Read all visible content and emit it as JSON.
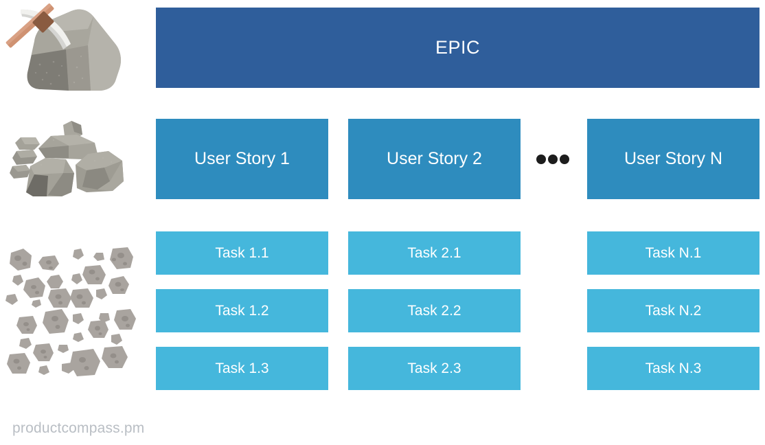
{
  "diagram": {
    "title": "Epic / User Story / Task breakdown hierarchy",
    "colors": {
      "epic": "#2F5E9B",
      "user_story": "#2E8CBE",
      "task": "#45B7DC",
      "background": "#FFFFFF",
      "footer_text": "#B9BEC4",
      "ellipsis_dot": "#1D1D1D"
    }
  },
  "illustrations": [
    {
      "name": "boulder-with-pickaxe-illustration",
      "row": "epic"
    },
    {
      "name": "rock-pile-illustration",
      "row": "user-story"
    },
    {
      "name": "gravel-pebbles-illustration",
      "row": "task"
    }
  ],
  "epic": {
    "label": "EPIC"
  },
  "stories": [
    {
      "label": "User Story 1"
    },
    {
      "label": "User Story 2"
    },
    {
      "label": "User Story N"
    }
  ],
  "ellipsis": {
    "label": "...",
    "dot_count": 3
  },
  "tasks": {
    "col1": [
      {
        "label": "Task 1.1"
      },
      {
        "label": "Task 1.2"
      },
      {
        "label": "Task 1.3"
      }
    ],
    "col2": [
      {
        "label": "Task 2.1"
      },
      {
        "label": "Task 2.2"
      },
      {
        "label": "Task 2.3"
      }
    ],
    "col3": [
      {
        "label": "Task N.1"
      },
      {
        "label": "Task N.2"
      },
      {
        "label": "Task N.3"
      }
    ]
  },
  "footer": {
    "credit": "productcompass.pm"
  }
}
